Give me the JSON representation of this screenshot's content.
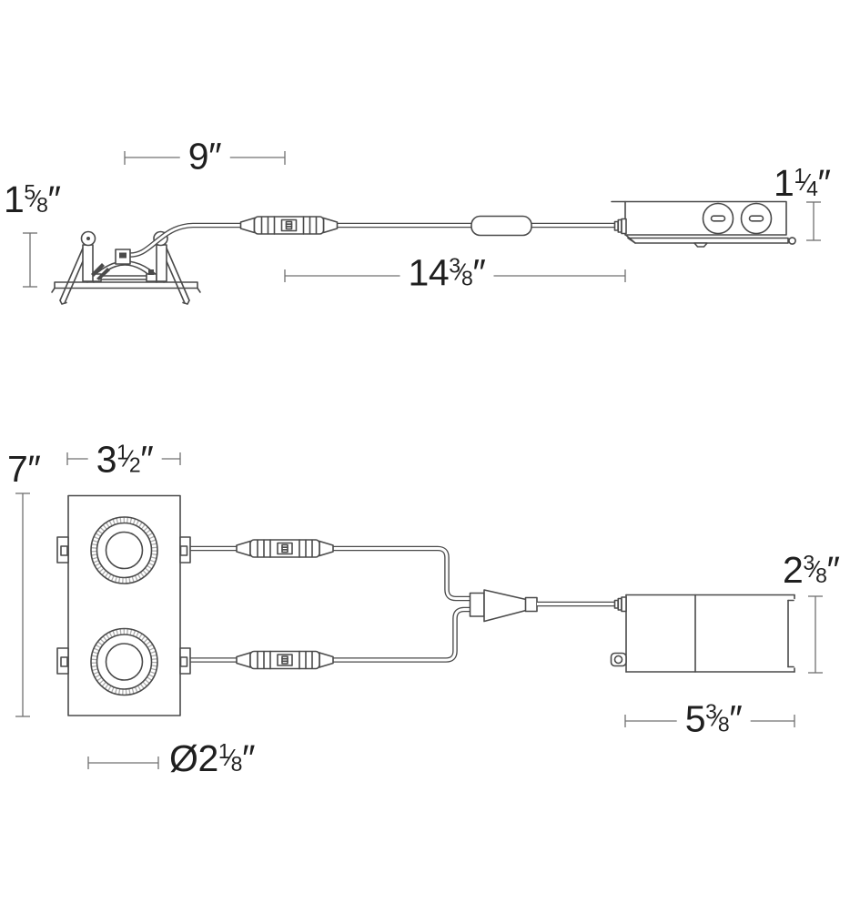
{
  "colors": {
    "line": "#4a4a4a",
    "dim": "#707070",
    "text": "#1f1f1f",
    "background": "#ffffff"
  },
  "views": {
    "side": {
      "labels": {
        "trim_height": "1⅝″",
        "trim_to_connector": "9″",
        "cable_run": "14⅜″",
        "junction_box_height": "1¼″"
      }
    },
    "front": {
      "labels": {
        "fixture_height": "7″",
        "fixture_width": "3½″",
        "aperture_diameter": "Ø2⅛″",
        "junction_box_width": "5⅜″",
        "junction_box_height": "2⅜″"
      }
    }
  }
}
